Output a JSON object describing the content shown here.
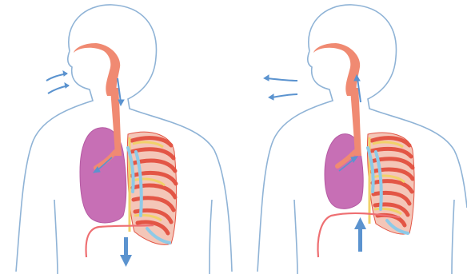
{
  "figure": {
    "panels": [
      {
        "phase": "inhalation",
        "diaphragm_arrow": "down",
        "air_flow": "inward"
      },
      {
        "phase": "exhalation",
        "diaphragm_arrow": "up",
        "air_flow": "outward"
      }
    ],
    "text_labels": []
  },
  "colors": {
    "background": "#ffffff",
    "body_outline": "#8fb3d6",
    "airway": "#f08a72",
    "airway_inner": "#f6b7a3",
    "lung": "#c76fb5",
    "lung_dark": "#b55aa3",
    "rib_red": "#e35545",
    "rib_yellow": "#f1d16a",
    "rib_blue": "#8ecae8",
    "diaphragm": "#ee6f72",
    "arrow": "#5b93cf"
  }
}
